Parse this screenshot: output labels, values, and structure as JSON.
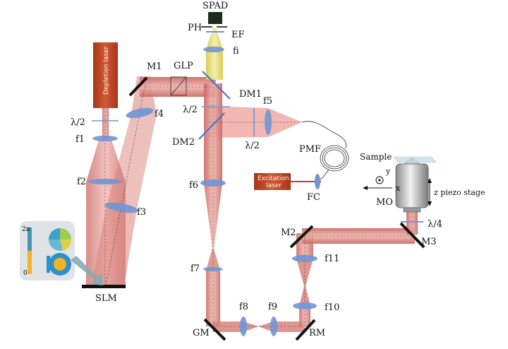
{
  "colors": {
    "depletion_beam": "#d9827c",
    "depletion_beam_edge": "#b85c56",
    "excitation_beam": "#e8a48e",
    "fluorescence_beam": "#e6dc72",
    "laser_box": "#c0401f",
    "lens": "#6f95d6",
    "mirror": "#111111",
    "dichroic": "#4a78c8",
    "slm_inset_bg": "#dfe3e8",
    "slm_arrow": "#8aaab0",
    "spad": "#1c2b1c"
  },
  "labels": {
    "spad": "SPAD",
    "ph": "PH",
    "ef": "EF",
    "fi": "fi",
    "m1": "M1",
    "glp": "GLP",
    "dm1": "DM1",
    "dm2": "DM2",
    "lambda2_a": "λ/2",
    "lambda2_b": "λ/2",
    "lambda2_c": "λ/2",
    "lambda4": "λ/4",
    "f1": "f1",
    "f2": "f2",
    "f3": "f3",
    "f4": "f4",
    "f5": "f5",
    "f6": "f6",
    "f7": "f7",
    "f8": "f8",
    "f9": "f9",
    "f10": "f10",
    "f11": "f11",
    "pmf": "PMF",
    "fc": "FC",
    "sample": "Sample",
    "y": "y",
    "x": "x",
    "z_piezo": "z piezo stage",
    "mo": "MO",
    "m2": "M2",
    "m3": "M3",
    "gm": "GM",
    "rm": "RM",
    "slm": "SLM",
    "two_pi": "2π",
    "zero": "0"
  },
  "boxes": {
    "depletion_laser": "Depletion laser",
    "excitation_laser_line1": "Excitation",
    "excitation_laser_line2": "laser"
  }
}
